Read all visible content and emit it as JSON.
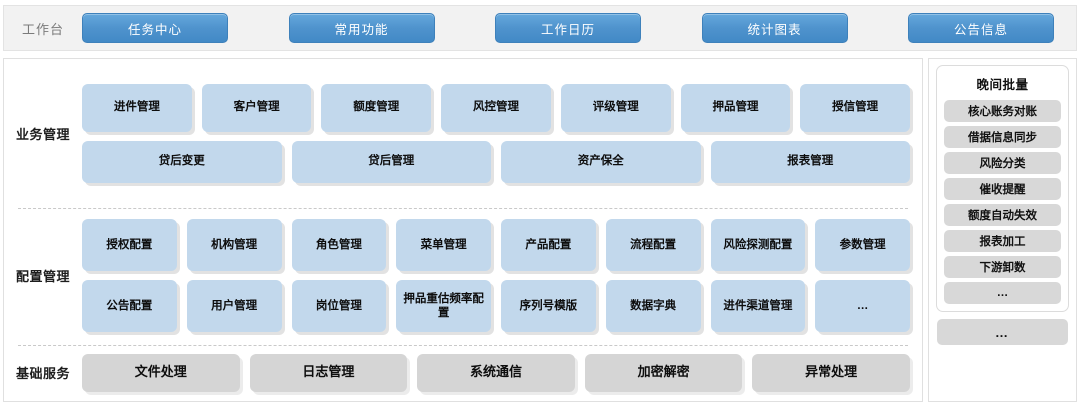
{
  "topbar": {
    "workbench_label": "工作台",
    "nav_buttons": [
      {
        "label": "任务中心"
      },
      {
        "label": "常用功能"
      },
      {
        "label": "工作日历"
      },
      {
        "label": "统计图表"
      },
      {
        "label": "公告信息"
      }
    ]
  },
  "sections": [
    {
      "label": "业务管理",
      "rows": [
        [
          "进件管理",
          "客户管理",
          "额度管理",
          "风控管理",
          "评级管理",
          "押品管理",
          "授信管理"
        ],
        [
          "贷后变更",
          "贷后管理",
          "资产保全",
          "报表管理"
        ]
      ]
    },
    {
      "label": "配置管理",
      "rows": [
        [
          "授权配置",
          "机构管理",
          "角色管理",
          "菜单管理",
          "产品配置",
          "流程配置",
          "风险探测配置",
          "参数管理"
        ],
        [
          "公告配置",
          "用户管理",
          "岗位管理",
          "押品重估频率配置",
          "序列号模版",
          "数据字典",
          "进件渠道管理",
          "…"
        ]
      ]
    },
    {
      "label": "基础服务",
      "rows": [
        [
          "文件处理",
          "日志管理",
          "系统通信",
          "加密解密",
          "异常处理"
        ]
      ]
    }
  ],
  "sidebar": {
    "batch": {
      "title": "晚间批量",
      "items": [
        "核心账务对账",
        "借据信息同步",
        "风险分类",
        "催收提醒",
        "额度自动失效",
        "报表加工",
        "下游卸数",
        "…"
      ]
    },
    "more_label": "…"
  },
  "colors": {
    "nav_button_blue": "#4f93cd",
    "tile_blue": "#c2d8ec",
    "tile_grey": "#d5d5d5",
    "sidebar_item_grey": "#d8d8d8",
    "topbar_bg": "#f2f2f2",
    "divider": "#c9c9c9"
  }
}
